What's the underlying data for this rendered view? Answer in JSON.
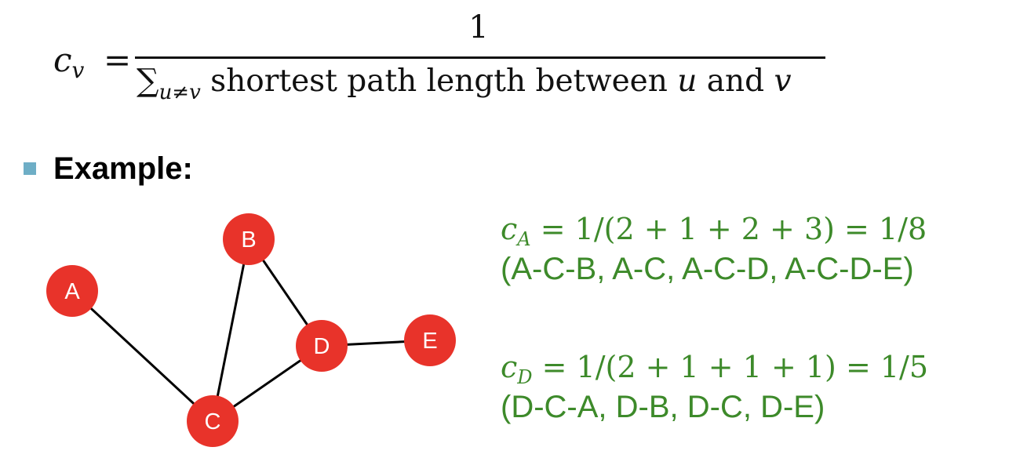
{
  "formula": {
    "lhs_symbol": "c",
    "lhs_sub": "v",
    "equals": "=",
    "numerator": "1",
    "sigma": "∑",
    "sum_index": "u≠v",
    "denominator_text_1": " shortest path length between ",
    "var_u": "u",
    "denominator_text_2": " and ",
    "var_v": "v"
  },
  "section": {
    "heading": "Example:"
  },
  "graph": {
    "edge_color": "#000000",
    "node_color": "#e8332a",
    "label_color": "#ffffff",
    "nodes": [
      {
        "id": "A",
        "label": "A"
      },
      {
        "id": "B",
        "label": "B"
      },
      {
        "id": "C",
        "label": "C"
      },
      {
        "id": "D",
        "label": "D"
      },
      {
        "id": "E",
        "label": "E"
      }
    ],
    "edges": [
      {
        "from": "A",
        "to": "C"
      },
      {
        "from": "B",
        "to": "C"
      },
      {
        "from": "B",
        "to": "D"
      },
      {
        "from": "C",
        "to": "D"
      },
      {
        "from": "D",
        "to": "E"
      }
    ]
  },
  "examples": {
    "color": "#3d8a2a",
    "a": {
      "symbol": "c",
      "sub": "A",
      "expr": " = 1/(2 + 1 + 2 + 3) = 1/8",
      "paths": "(A-C-B, A-C, A-C-D, A-C-D-E)"
    },
    "d": {
      "symbol": "c",
      "sub": "D",
      "expr": " = 1/(2 + 1 + 1 + 1) = 1/5",
      "paths": "(D-C-A, D-B, D-C, D-E)"
    }
  }
}
